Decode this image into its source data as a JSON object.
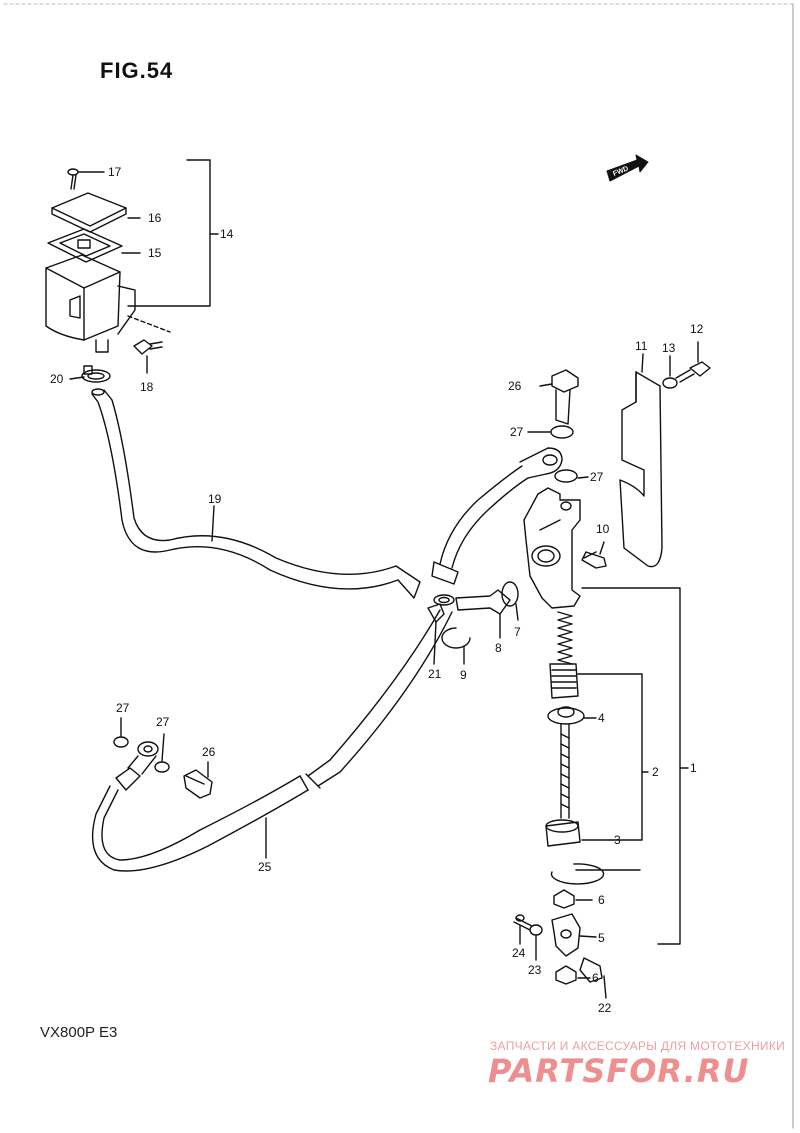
{
  "figure_title": "FIG.54",
  "model_code": "VX800P  E3",
  "fwd_label": "FWD",
  "watermark": {
    "caption": "ЗАПЧАСТИ И АКСЕССУАРЫ ДЛЯ МОТОТЕХНИКИ",
    "logo": "PARTSFOR.RU"
  },
  "callouts": {
    "c1": "1",
    "c2": "2",
    "c3": "3",
    "c4": "4",
    "c5": "5",
    "c6a": "6",
    "c6b": "6",
    "c7": "7",
    "c8": "8",
    "c9": "9",
    "c10": "10",
    "c11": "11",
    "c12": "12",
    "c13": "13",
    "c14": "14",
    "c15": "15",
    "c16": "16",
    "c17": "17",
    "c18": "18",
    "c19": "19",
    "c20": "20",
    "c21": "21",
    "c22": "22",
    "c23": "23",
    "c24": "24",
    "c25": "25",
    "c26a": "26",
    "c26b": "26",
    "c27a": "27",
    "c27b": "27",
    "c27c": "27",
    "c27d": "27"
  }
}
